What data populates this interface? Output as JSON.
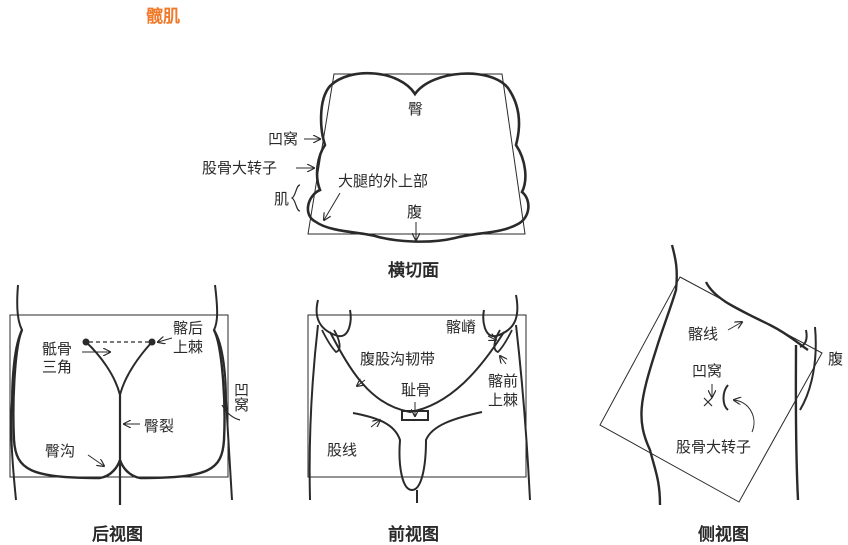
{
  "title": "髋肌",
  "colors": {
    "title": "#f07a2a",
    "line": "#2a2a2a"
  },
  "cross_section": {
    "caption": "横切面",
    "labels": {
      "buttock": "臀",
      "fossa": "凹窝",
      "greater_trochanter": "股骨大转子",
      "muscle": "肌",
      "thigh_upper_lateral": "大腿的外上部",
      "abdomen": "腹"
    }
  },
  "back_view": {
    "caption": "后视图",
    "labels": {
      "sacral_triangle_1": "骶骨",
      "sacral_triangle_2": "三角",
      "psis_1": "髂后",
      "psis_2": "上棘",
      "fossa": "凹窝",
      "gluteal_cleft": "臀裂",
      "gluteal_fold": "臀沟"
    }
  },
  "front_view": {
    "caption": "前视图",
    "labels": {
      "iliac_crest": "髂嵴",
      "inguinal_ligament": "腹股沟韧带",
      "asis_1": "髂前",
      "asis_2": "上棘",
      "pubis": "耻骨",
      "groin_line": "股线"
    }
  },
  "side_view": {
    "caption": "侧视图",
    "labels": {
      "iliac_line": "髂线",
      "abdomen": "腹",
      "fossa": "凹窝",
      "greater_trochanter": "股骨大转子"
    }
  }
}
